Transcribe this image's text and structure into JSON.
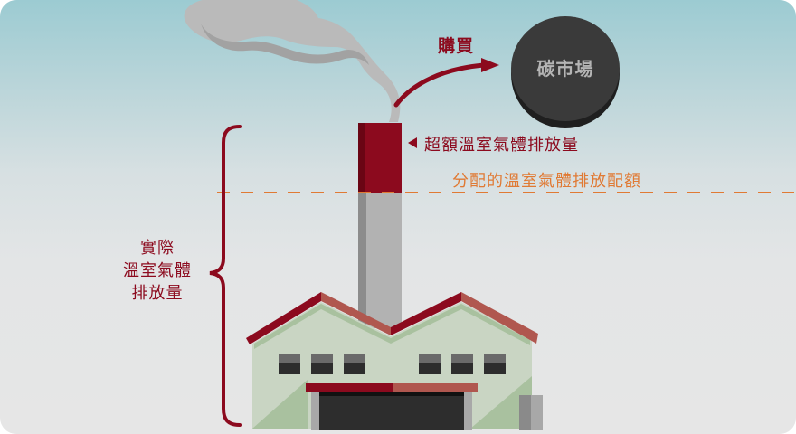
{
  "diagram": {
    "title": "Carbon market emissions trading",
    "labels": {
      "buy": "購買",
      "carbon_market": "碳市場",
      "excess_emissions": "超額溫室氣體排放量",
      "allocated_quota": "分配的溫室氣體排放配額",
      "actual_emissions_lines": [
        "實際",
        "溫室氣體",
        "排放量"
      ]
    },
    "elements": {
      "factory": "factory-building",
      "chimney": "chimney",
      "smoke": "smoke-cloud",
      "quota_line_style": "dashed"
    },
    "colors": {
      "accent_red": "#8c0a1e",
      "quota_orange": "#e07a34",
      "market_circle": "#3a3a3a",
      "smoke": "#b9b9b9",
      "factory_wall": "#c9d5c3",
      "roof_light": "#b0574f"
    }
  }
}
